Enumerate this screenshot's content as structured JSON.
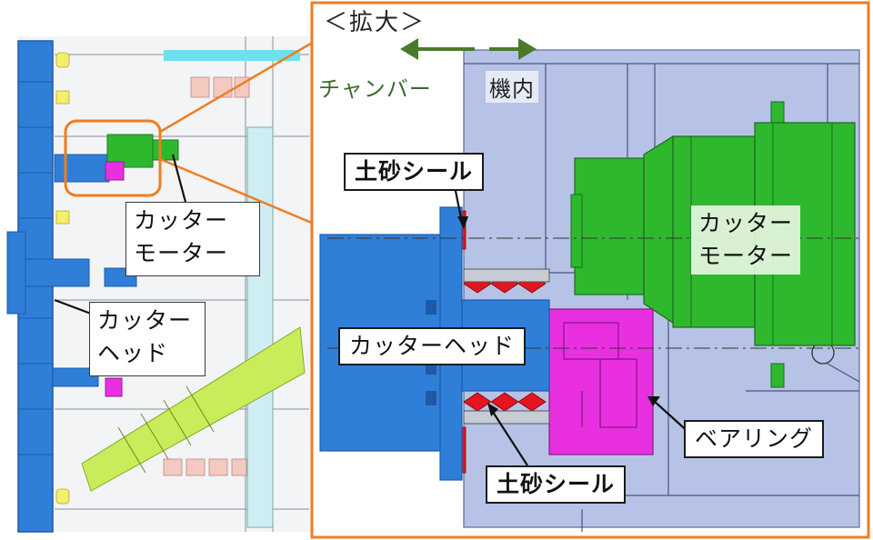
{
  "enlarged_title": "＜拡大＞",
  "direction": {
    "chamber": "チャンバー",
    "inside_machine": "機内"
  },
  "labels": {
    "overview_cutter_motor": [
      "カッター",
      "モーター"
    ],
    "overview_cutter_head": [
      "カッター",
      "ヘッド"
    ],
    "detail_cutter_motor": [
      "カッター",
      "モーター"
    ],
    "detail_cutter_head": "カッターヘッド",
    "soil_seal_top": "土砂シール",
    "soil_seal_bottom": "土砂シール",
    "bearing": "ベアリング"
  },
  "colors": {
    "callout_border": "#ef7d22",
    "direction_arrows": "#4a7a2c",
    "cutter_head_blue": "#2f7fd9",
    "motor_green": "#2eb82e",
    "bearing_magenta": "#e830e0",
    "seal_red": "#e5141e",
    "housing_lavender": "#b7c3e6",
    "screw_yellow_green": "#c8ec5a",
    "seal_label_text": "#e5141e"
  }
}
